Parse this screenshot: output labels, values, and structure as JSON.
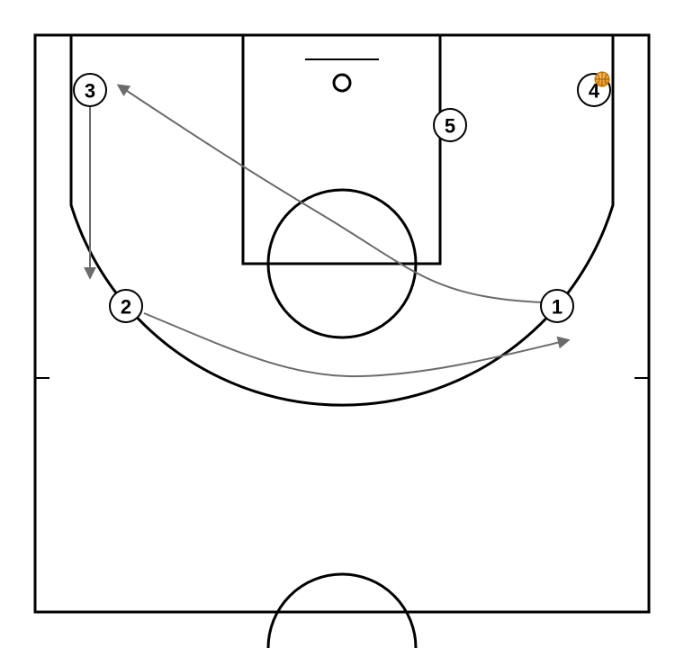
{
  "diagram": {
    "colors": {
      "court_line": "#000000",
      "movement": "#6b6b6b",
      "ball": "#f0a020"
    },
    "players": [
      {
        "id": "p1",
        "label": "1"
      },
      {
        "id": "p2",
        "label": "2"
      },
      {
        "id": "p3",
        "label": "3"
      },
      {
        "id": "p4",
        "label": "4",
        "has_ball": true
      },
      {
        "id": "p5",
        "label": "5"
      }
    ],
    "movements": [
      {
        "player": "3",
        "type": "cut"
      },
      {
        "player": "1",
        "type": "cut"
      },
      {
        "player": "2",
        "type": "cut"
      }
    ]
  }
}
